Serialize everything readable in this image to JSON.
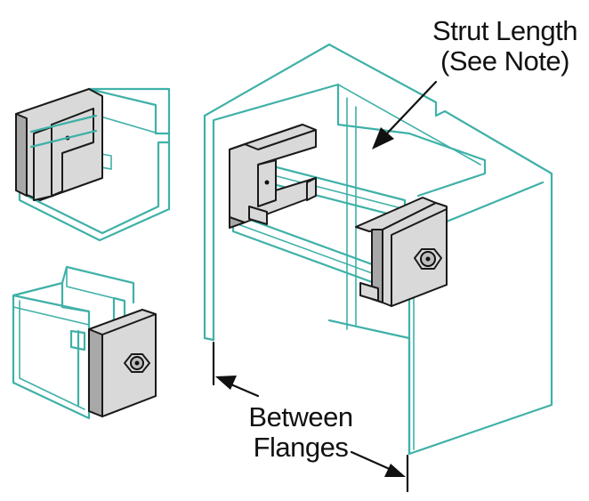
{
  "labels": {
    "strut_length_line1": "Strut Length",
    "strut_length_line2": "(See Note)",
    "between_line1": "Between",
    "between_line2": "Flanges"
  },
  "colors": {
    "outline": "#3fb1a8",
    "metal_fill": "#d9d9d9",
    "ink": "#111111"
  }
}
